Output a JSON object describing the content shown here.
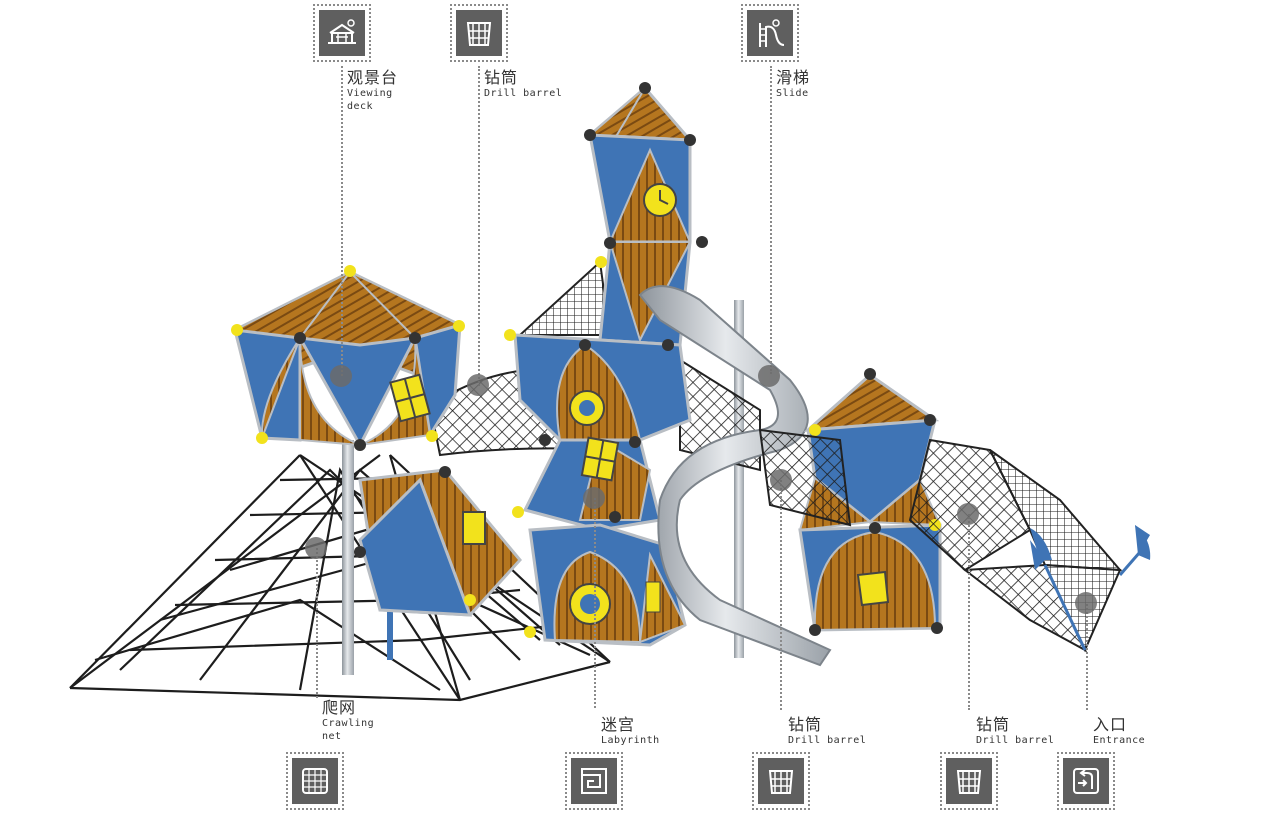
{
  "callouts": [
    {
      "id": "viewing-deck",
      "zh": "观景台",
      "en": "Viewing\ndeck",
      "icon": "viewing-deck-icon"
    },
    {
      "id": "drill-barrel-top",
      "zh": "钻筒",
      "en": "Drill barrel",
      "icon": "drill-barrel-icon"
    },
    {
      "id": "slide",
      "zh": "滑梯",
      "en": "Slide",
      "icon": "slide-icon"
    },
    {
      "id": "crawling-net",
      "zh": "爬网",
      "en": "Crawling\nnet",
      "icon": "crawling-net-icon"
    },
    {
      "id": "labyrinth",
      "zh": "迷宫",
      "en": "Labyrinth",
      "icon": "labyrinth-icon"
    },
    {
      "id": "drill-barrel-mid",
      "zh": "钻筒",
      "en": "Drill barrel",
      "icon": "drill-barrel-icon"
    },
    {
      "id": "drill-barrel-right",
      "zh": "钻筒",
      "en": "Drill barrel",
      "icon": "drill-barrel-icon"
    },
    {
      "id": "entrance",
      "zh": "入口",
      "en": "Entrance",
      "icon": "entrance-icon"
    }
  ],
  "colors": {
    "blue": "#3f74b5",
    "wood": "#b5761f",
    "wood_dark": "#7a4a12",
    "yellow": "#f2e21c",
    "frame": "#b9bec4",
    "net": "#1d1d1d",
    "leader": "#8a8a8a",
    "icon_bg": "#5f5f5f"
  }
}
